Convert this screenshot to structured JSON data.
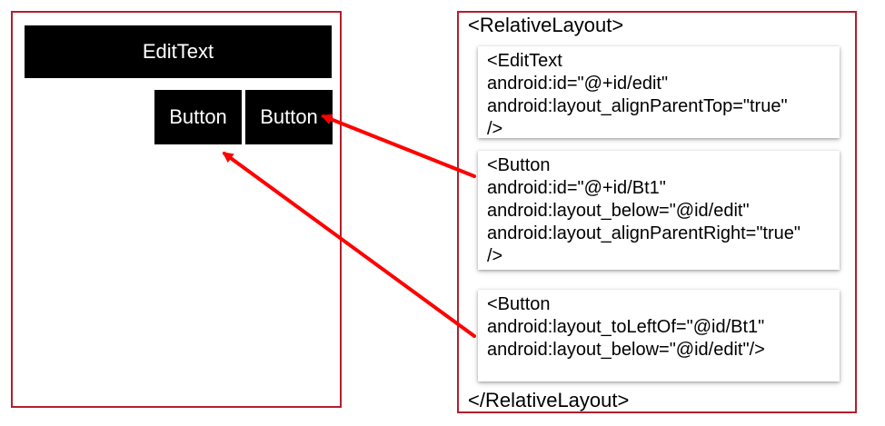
{
  "colors": {
    "frame_border": "#b21f2d",
    "arrow": "#ff0000",
    "widget_bg": "#000000",
    "widget_text": "#ffffff"
  },
  "left_panel": {
    "edittext": "EditText",
    "buttons": [
      "Button",
      "Button"
    ]
  },
  "right_panel": {
    "open_tag": "<RelativeLayout>",
    "close_tag": "</RelativeLayout>",
    "cards": [
      {
        "lines": [
          "<EditText",
          "android:id=\"@+id/edit\"",
          "android:layout_alignParentTop=\"true\"",
          "/>"
        ]
      },
      {
        "lines": [
          "<Button",
          "android:id=\"@+id/Bt1\"",
          "android:layout_below=\"@id/edit\"",
          "android:layout_alignParentRight=\"true\"",
          "/>"
        ]
      },
      {
        "lines": [
          "<Button",
          "android:layout_toLeftOf=\"@id/Bt1\"",
          "android:layout_below=\"@id/edit\"/>"
        ]
      }
    ]
  },
  "arrows": [
    {
      "from": "card-2",
      "to": "button-right"
    },
    {
      "from": "card-3",
      "to": "button-left"
    }
  ]
}
